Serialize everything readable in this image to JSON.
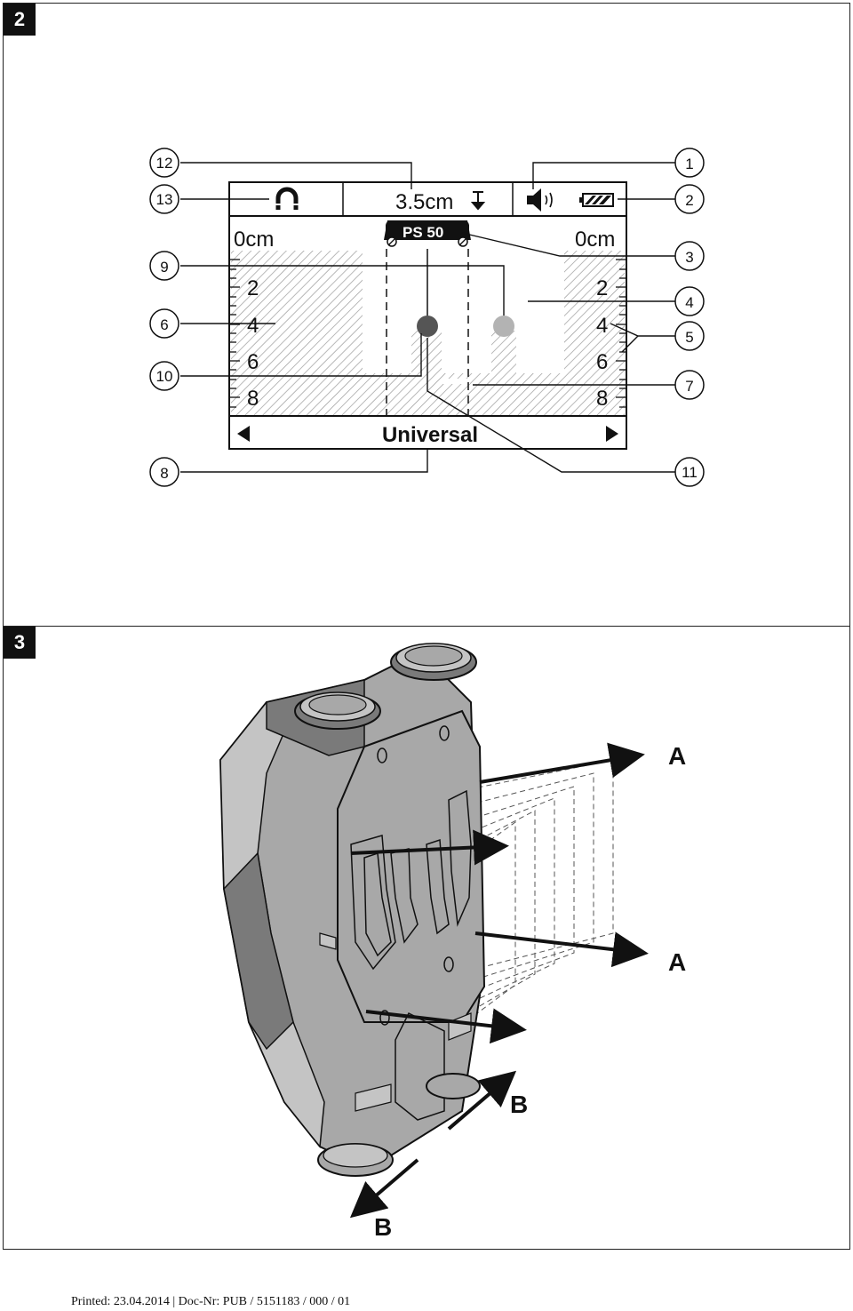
{
  "figure2": {
    "tab_label": "2",
    "depth_reading": "3.5cm",
    "left_depth_label": "0cm",
    "right_depth_label": "0cm",
    "brand_label": "PS 50",
    "left_scale": [
      "2",
      "4",
      "6",
      "8"
    ],
    "right_scale": [
      "2",
      "4",
      "6",
      "8"
    ],
    "mode_label": "Universal",
    "callouts": {
      "c1": "1",
      "c2": "2",
      "c3": "3",
      "c4": "4",
      "c5": "5",
      "c6": "6",
      "c7": "7",
      "c8": "8",
      "c9": "9",
      "c10": "10",
      "c11": "11",
      "c12": "12",
      "c13": "13"
    },
    "icons": [
      "magnet-icon",
      "depth-arrow-icon",
      "speaker-icon",
      "battery-icon",
      "left-arrow-icon",
      "right-arrow-icon",
      "metal-object-icon",
      "non-metal-object-icon"
    ]
  },
  "figure3": {
    "tab_label": "3",
    "label_a1": "A",
    "label_a2": "A",
    "label_b1": "B",
    "label_b2": "B",
    "colors": {
      "body": "#a8a8a8",
      "dark": "#7a7a7a",
      "light": "#c4c4c4"
    }
  },
  "footer": "Printed: 23.04.2014 | Doc-Nr: PUB / 5151183 / 000 / 01"
}
